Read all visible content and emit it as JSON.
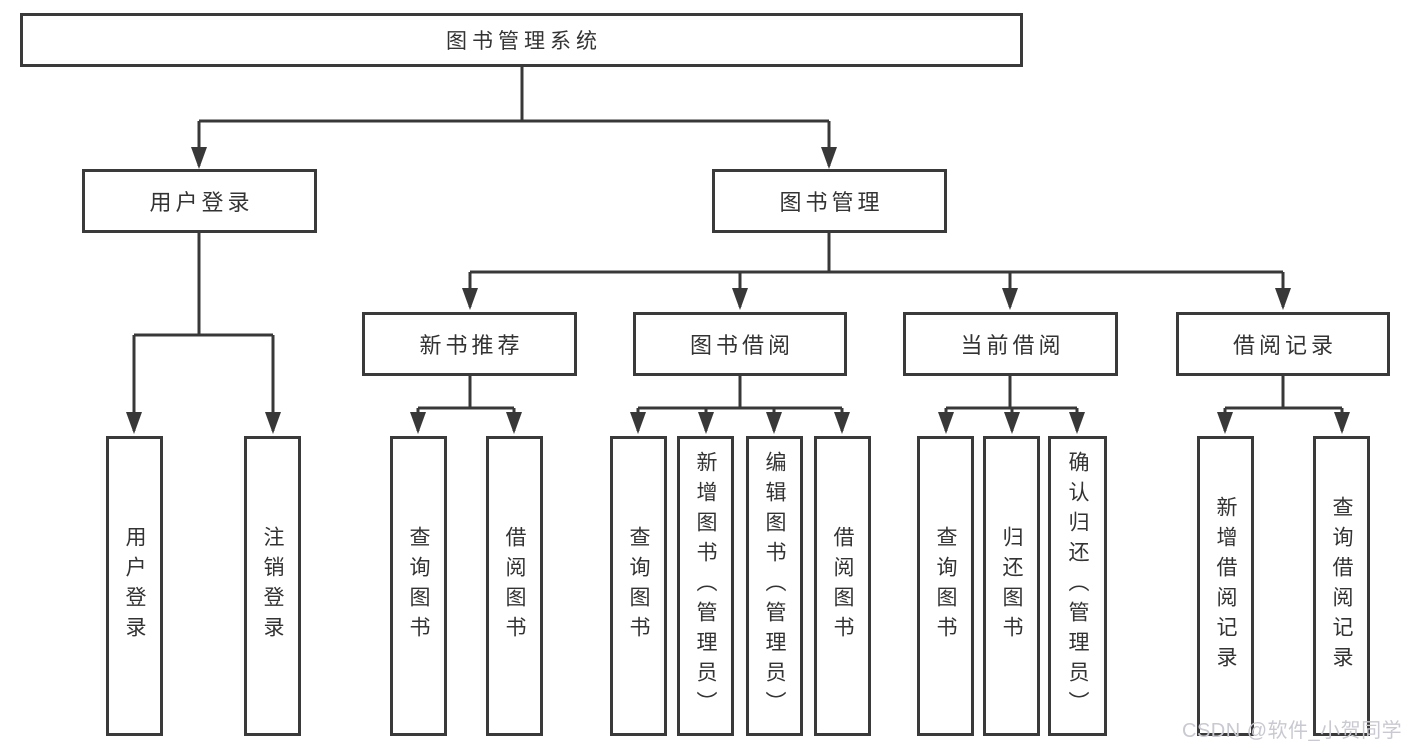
{
  "diagram": {
    "root": {
      "id": "library-management-system",
      "label": "图书管理系统"
    },
    "level2": [
      {
        "id": "user-login",
        "label": "用户登录",
        "parent": "library-management-system"
      },
      {
        "id": "book-management",
        "label": "图书管理",
        "parent": "library-management-system"
      }
    ],
    "level3": [
      {
        "id": "new-book-recommendation",
        "label": "新书推荐",
        "parent": "book-management"
      },
      {
        "id": "book-borrowing",
        "label": "图书借阅",
        "parent": "book-management"
      },
      {
        "id": "current-borrowing",
        "label": "当前借阅",
        "parent": "book-management"
      },
      {
        "id": "borrowing-records",
        "label": "借阅记录",
        "parent": "book-management"
      }
    ],
    "leaves": [
      {
        "id": "leaf-user-login",
        "label": "用户登录",
        "parent": "user-login"
      },
      {
        "id": "leaf-logout",
        "label": "注销登录",
        "parent": "user-login"
      },
      {
        "id": "leaf-query-books-recommend",
        "label": "查询图书",
        "parent": "new-book-recommendation"
      },
      {
        "id": "leaf-borrow-books-recommend",
        "label": "借阅图书",
        "parent": "new-book-recommendation"
      },
      {
        "id": "leaf-query-books-borrowing",
        "label": "查询图书",
        "parent": "book-borrowing"
      },
      {
        "id": "leaf-add-books-admin",
        "label": "新增图书（管理员）",
        "parent": "book-borrowing"
      },
      {
        "id": "leaf-edit-books-admin",
        "label": "编辑图书（管理员）",
        "parent": "book-borrowing"
      },
      {
        "id": "leaf-borrow-books-borrowing",
        "label": "借阅图书",
        "parent": "book-borrowing"
      },
      {
        "id": "leaf-query-books-current",
        "label": "查询图书",
        "parent": "current-borrowing"
      },
      {
        "id": "leaf-return-books",
        "label": "归还图书",
        "parent": "current-borrowing"
      },
      {
        "id": "leaf-confirm-return-admin",
        "label": "确认归还（管理员）",
        "parent": "current-borrowing"
      },
      {
        "id": "leaf-add-borrowing-record",
        "label": "新增借阅记录",
        "parent": "borrowing-records"
      },
      {
        "id": "leaf-query-borrowing-record",
        "label": "查询借阅记录",
        "parent": "borrowing-records"
      }
    ]
  },
  "colors": {
    "line": "#383838",
    "box_border": "#3a3a3a",
    "box_background": "#ffffff",
    "watermark": "#c9cad1"
  },
  "watermark": {
    "text": "CSDN @软件_小贺同学"
  }
}
